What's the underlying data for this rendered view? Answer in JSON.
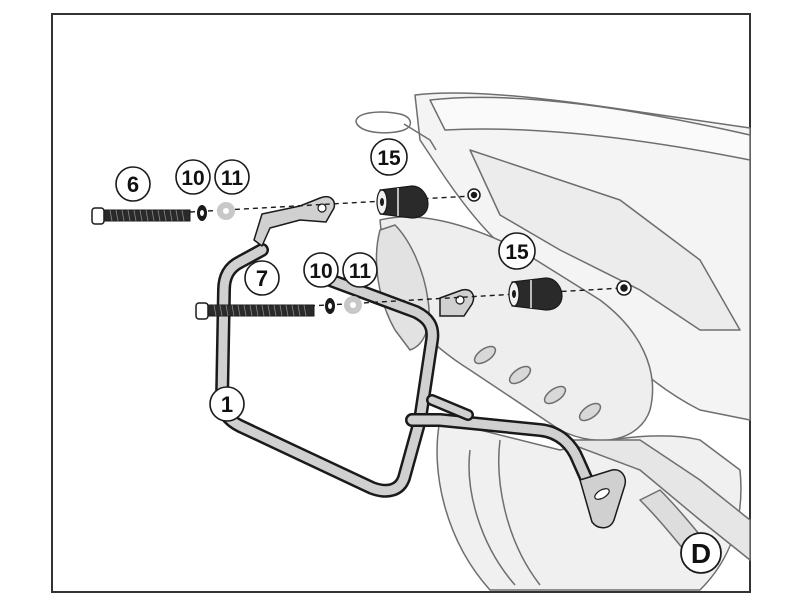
{
  "colors": {
    "frame": "#333333",
    "line": "#1a1a1a",
    "bike_line": "#6e6e6e",
    "bike_fill": "#f4f4f4",
    "rack_fill": "#d0d0d0",
    "spacer_fill": "#2a2a2a",
    "washer_fill": "#c8c8c8",
    "callout_fill": "#ffffff"
  },
  "callouts": {
    "c6": "6",
    "c10a": "10",
    "c11a": "11",
    "c15a": "15",
    "c7": "7",
    "c10b": "10",
    "c11b": "11",
    "c15b": "15",
    "c1": "1",
    "cD": "D"
  }
}
